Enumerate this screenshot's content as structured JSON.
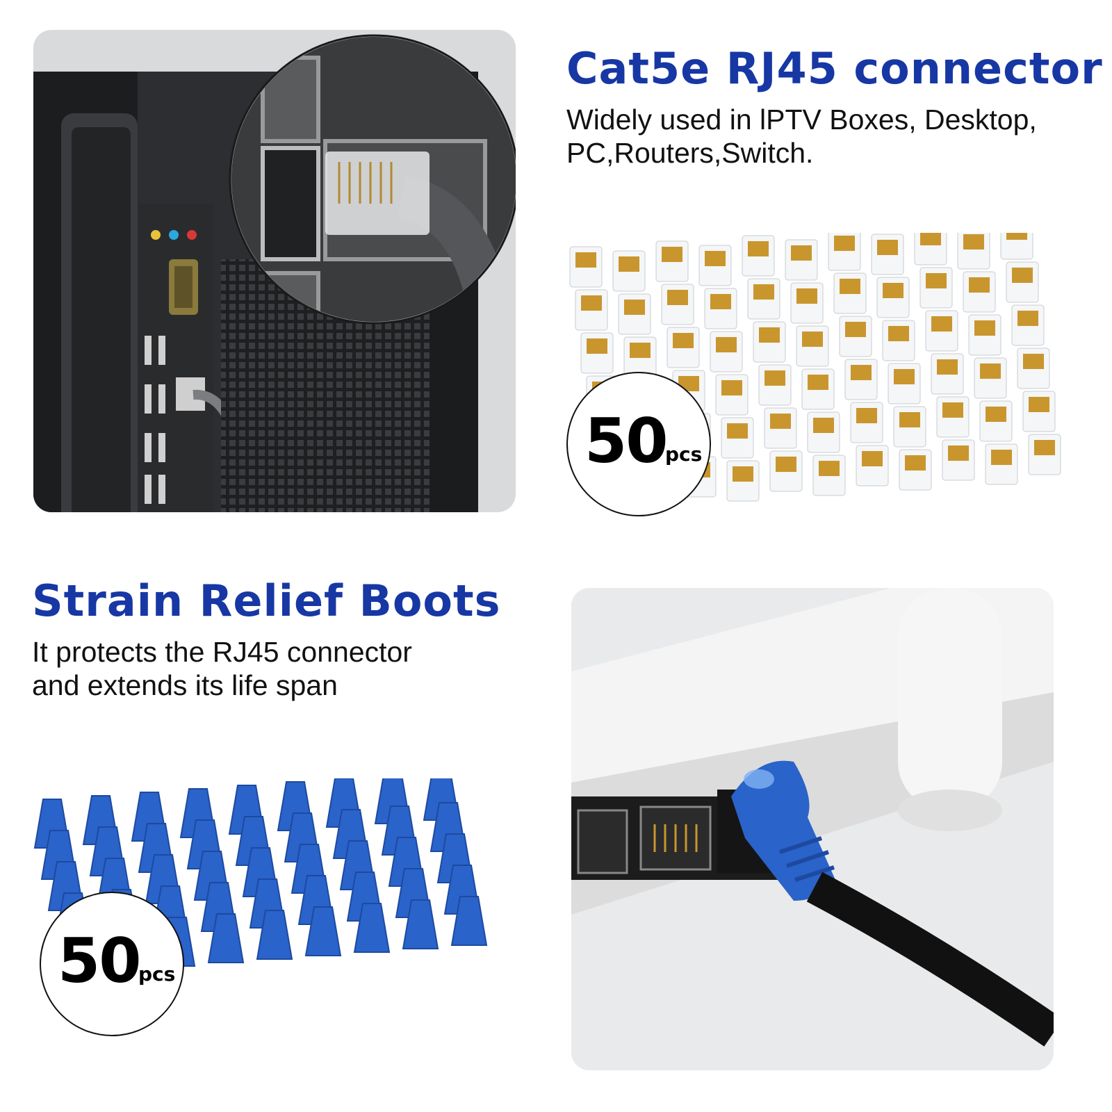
{
  "connector": {
    "title": "Cat5e RJ45 connector",
    "subtitle_line1": "Widely used in lPTV Boxes, Desktop,",
    "subtitle_line2": "PC,Routers,Switch.",
    "count": "50",
    "unit": "pcs"
  },
  "boots": {
    "title": "Strain Relief Boots",
    "subtitle_line1": "It protects the RJ45 connector",
    "subtitle_line2": "and extends its life span",
    "count": "50",
    "unit": "pcs"
  },
  "colors": {
    "title_blue": "#1737a4",
    "boot_blue": "#2a63c9",
    "connector_gold": "#c9962e",
    "pc_case": "#2c2d30",
    "router_white": "#f3f3f3"
  }
}
